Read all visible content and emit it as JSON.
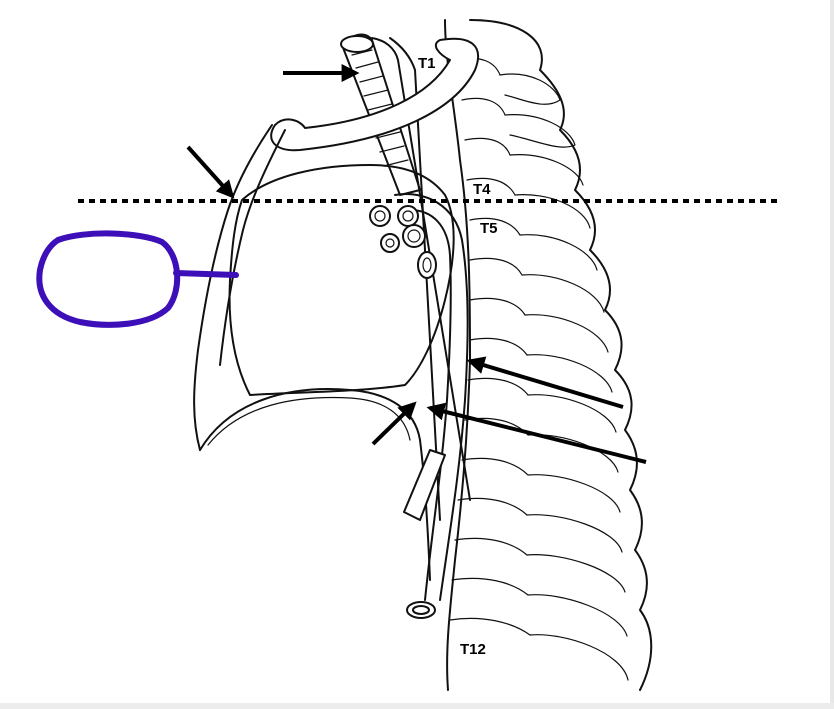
{
  "diagram": {
    "vertebra_labels": {
      "t1": "T1",
      "t4": "T4",
      "t5": "T5",
      "t12": "T12"
    },
    "colors": {
      "line_art": "#111111",
      "annotation_ink": "#3d0fb8",
      "background": "#ffffff"
    },
    "arrows": [
      {
        "target": "trachea",
        "direction": "right"
      },
      {
        "target": "sternal-angle",
        "direction": "down-right"
      },
      {
        "target": "descending-aorta",
        "direction": "left"
      },
      {
        "target": "esophagus",
        "direction": "left"
      },
      {
        "target": "esophagus",
        "direction": "up-right"
      }
    ],
    "reference_line": "dotted",
    "hand_annotation": "circle-with-leader-line"
  }
}
